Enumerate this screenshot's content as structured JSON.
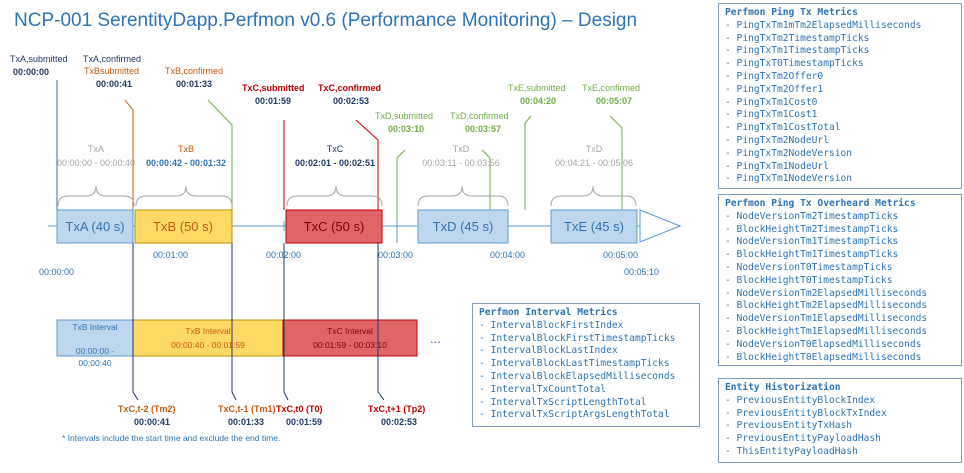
{
  "title": "NCP-001 SerentityDapp.Perfmon v0.6 (Performance Monitoring) – Design",
  "colors": {
    "blue": "#2e74b5",
    "navy": "#1f3864",
    "orange": "#c55a11",
    "red": "#c00000",
    "green": "#70ad47",
    "gray": "#a6a6a6",
    "box_blue": "#bdd7ee",
    "box_yellow": "#ffd966",
    "box_red": "#e06666"
  },
  "top_events": [
    {
      "label": "TxA,submitted",
      "time": "00:00:00"
    },
    {
      "label": "TxA,confirmed",
      "time": "00:00:41"
    },
    {
      "label": "TxBsubmitted",
      "time": ""
    },
    {
      "label": "TxB,confirmed",
      "time": "00:01:33"
    },
    {
      "label": "TxC,submitted",
      "time": "00:01:59"
    },
    {
      "label": "TxC,confirmed",
      "time": "00:02:53"
    },
    {
      "label": "TxD,submitted",
      "time": "00:03:10"
    },
    {
      "label": "TxD,confirmed",
      "time": "00:03:57"
    },
    {
      "label": "TxE,submitted",
      "time": "00:04:20"
    },
    {
      "label": "TxE,confirmed",
      "time": "00:05:07"
    }
  ],
  "brackets": [
    {
      "name": "TxA",
      "range": "00:00:00 - 00:00:40"
    },
    {
      "name": "TxB",
      "range": "00:00:42 - 00:01:32"
    },
    {
      "name": "TxC",
      "range": "00:02:01 - 00:02:51"
    },
    {
      "name": "TxD",
      "range": "00:03:11 - 00:03:56"
    },
    {
      "name": "TxD",
      "range": "00:04:21 - 00:05:06"
    }
  ],
  "tx_boxes": [
    {
      "label": "TxA (40 s)"
    },
    {
      "label": "TxB (50 s)"
    },
    {
      "label": "TxC (50 s)"
    },
    {
      "label": "TxD (45 s)"
    },
    {
      "label": "TxE (45 s)"
    }
  ],
  "axis_ticks": [
    "00:00:00",
    "00:01:00",
    "00:02:00",
    "00:03:00",
    "00:04:00",
    "00:05:00",
    "00:05:10"
  ],
  "intervals": [
    {
      "name": "TxB Interval",
      "range": "00:00:00 -",
      "range2": "00:00:40"
    },
    {
      "name": "TxB Interval",
      "range": "00:00:40 - 00:01:59",
      "range2": ""
    },
    {
      "name": "TxC Interval",
      "range": "00:01:59 - 00:03:10",
      "range2": ""
    }
  ],
  "ellipsis": "...",
  "bottom_events": [
    {
      "label": "TxC,t-2 (Tm2)",
      "time": "00:00:41"
    },
    {
      "label": "TxC,t-1 (Tm1)",
      "time": "00:01:33"
    },
    {
      "label": "TxC,t0 (T0)",
      "time": "00:01:59"
    },
    {
      "label": "TxC,t+1 (Tp2)",
      "time": "00:02:53"
    }
  ],
  "footnote": "* Intervals include the start time and exclude the end time.",
  "panels": {
    "ping_tx": {
      "title": "Perfmon Ping Tx Metrics",
      "items": [
        "- PingTxTm1mTm2ElapsedMilliseconds",
        "- PingTxTm2TimestampTicks",
        "- PingTxTm1TimestampTicks",
        "- PingTxT0TimestampTicks",
        "- PingTxTm2Offer0",
        "- PingTxTm2Offer1",
        "- PingTxTm1Cost0",
        "- PingTxTm1Cost1",
        "- PingTxTm1CostTotal",
        "- PingTxTm2NodeUrl",
        "- PingTxTm2NodeVersion",
        "- PingTxTm1NodeUrl",
        "- PingTxTm1NodeVersion"
      ]
    },
    "overheard": {
      "title": "Perfmon Ping Tx Overheard Metrics",
      "items": [
        "- NodeVersionTm2TimestampTicks",
        "- BlockHeightTm2TimestampTicks",
        "- NodeVersionTm1TimestampTicks",
        "- BlockHeightTm1TimestampTicks",
        "- NodeVersionT0TimestampTicks",
        "- BlockHeightT0TimestampTicks",
        "- NodeVersionTm2ElapsedMilliseconds",
        "- BlockHeightTm2ElapsedMilliseconds",
        "- NodeVersionTm1ElapsedMilliseconds",
        "- BlockHeightTm1ElapsedMilliseconds",
        "- NodeVersionT0ElapsedMilliseconds",
        "- BlockHeightT0ElapsedMilliseconds"
      ]
    },
    "interval": {
      "title": "Perfmon Interval Metrics",
      "items": [
        "- IntervalBlockFirstIndex",
        "- IntervalBlockFirstTimestampTicks",
        "- IntervalBlockLastIndex",
        "- IntervalBlockLastTimestampTicks",
        "- IntervalBlockElapsedMilliseconds",
        "- IntervalTxCountTotal",
        "- IntervalTxScriptLengthTotal",
        "- IntervalTxScriptArgsLengthTotal"
      ]
    },
    "entity": {
      "title": "Entity Historization",
      "items": [
        "- PreviousEntityBlockIndex",
        "- PreviousEntityBlockTxIndex",
        "- PreviousEntityTxHash",
        "- PreviousEntityPayloadHash",
        "- ThisEntityPayloadHash"
      ]
    }
  }
}
